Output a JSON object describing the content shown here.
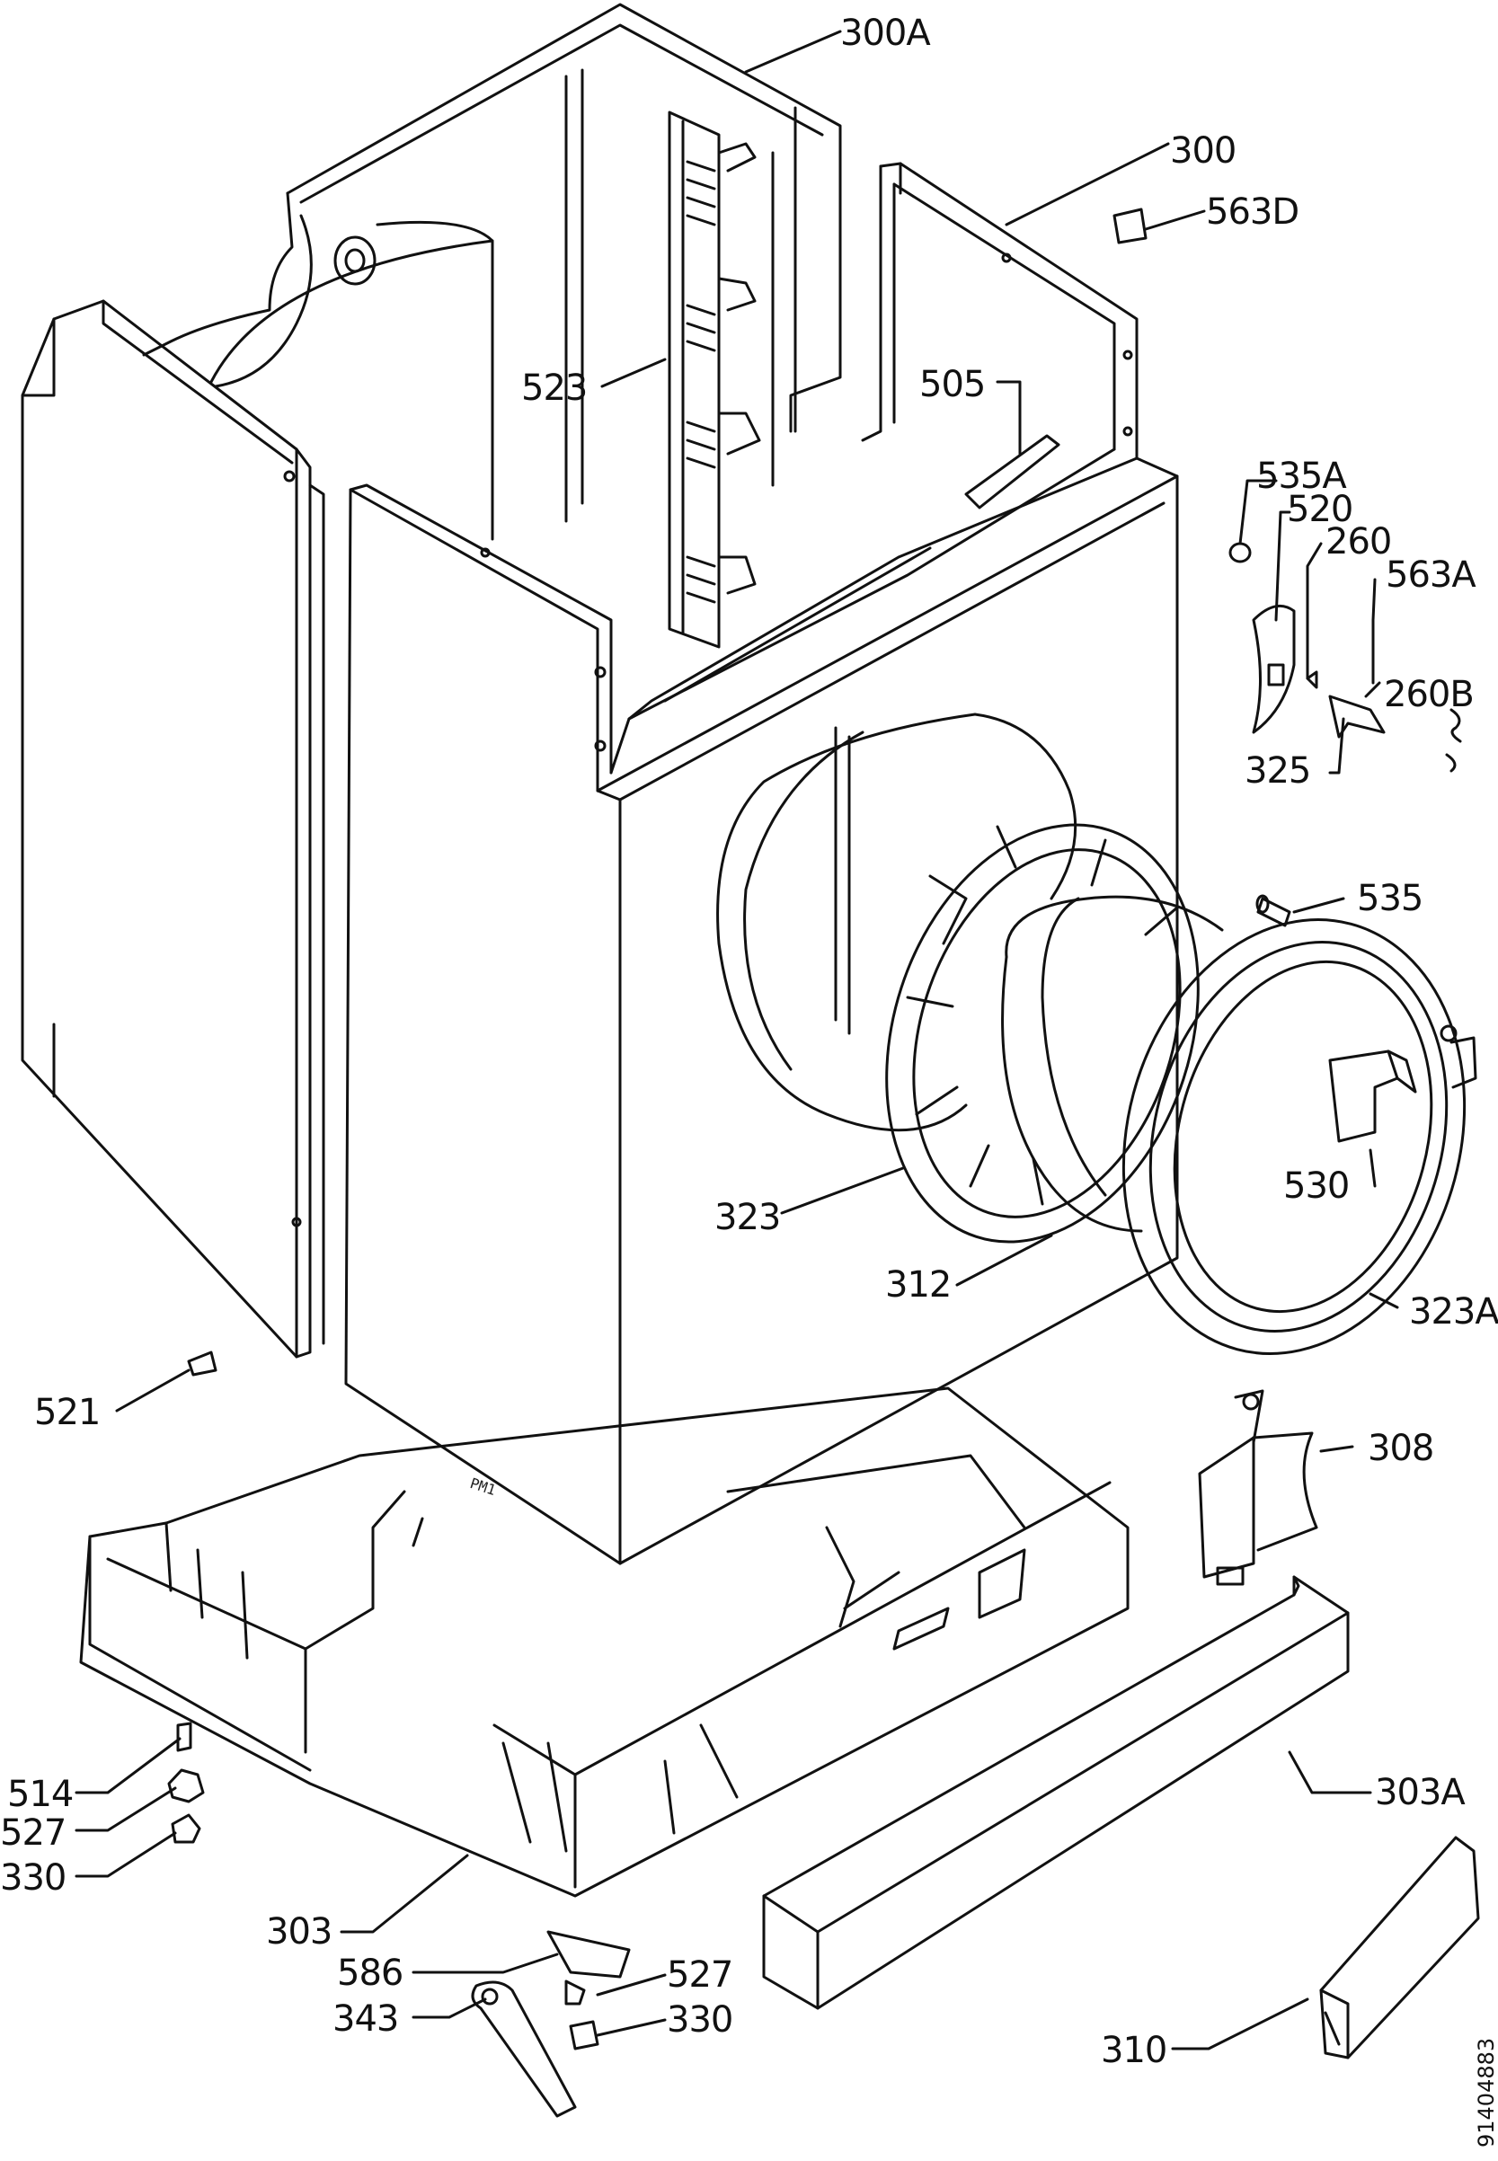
{
  "diagram": {
    "document_number": "91404883",
    "base_marking": "PM1",
    "labels": {
      "l300A": "300A",
      "l300": "300",
      "l563D": "563D",
      "l523": "523",
      "l505": "505",
      "l535A": "535A",
      "l520": "520",
      "l260": "260",
      "l563A": "563A",
      "l260B": "260B",
      "l325": "325",
      "l535": "535",
      "l530": "530",
      "l323": "323",
      "l312": "312",
      "l323A": "323A",
      "l521": "521",
      "l308": "308",
      "l514": "514",
      "l527a": "527",
      "l330a": "330",
      "l303A": "303A",
      "l303": "303",
      "l586": "586",
      "l527b": "527",
      "l343": "343",
      "l330b": "330",
      "l310": "310"
    }
  }
}
